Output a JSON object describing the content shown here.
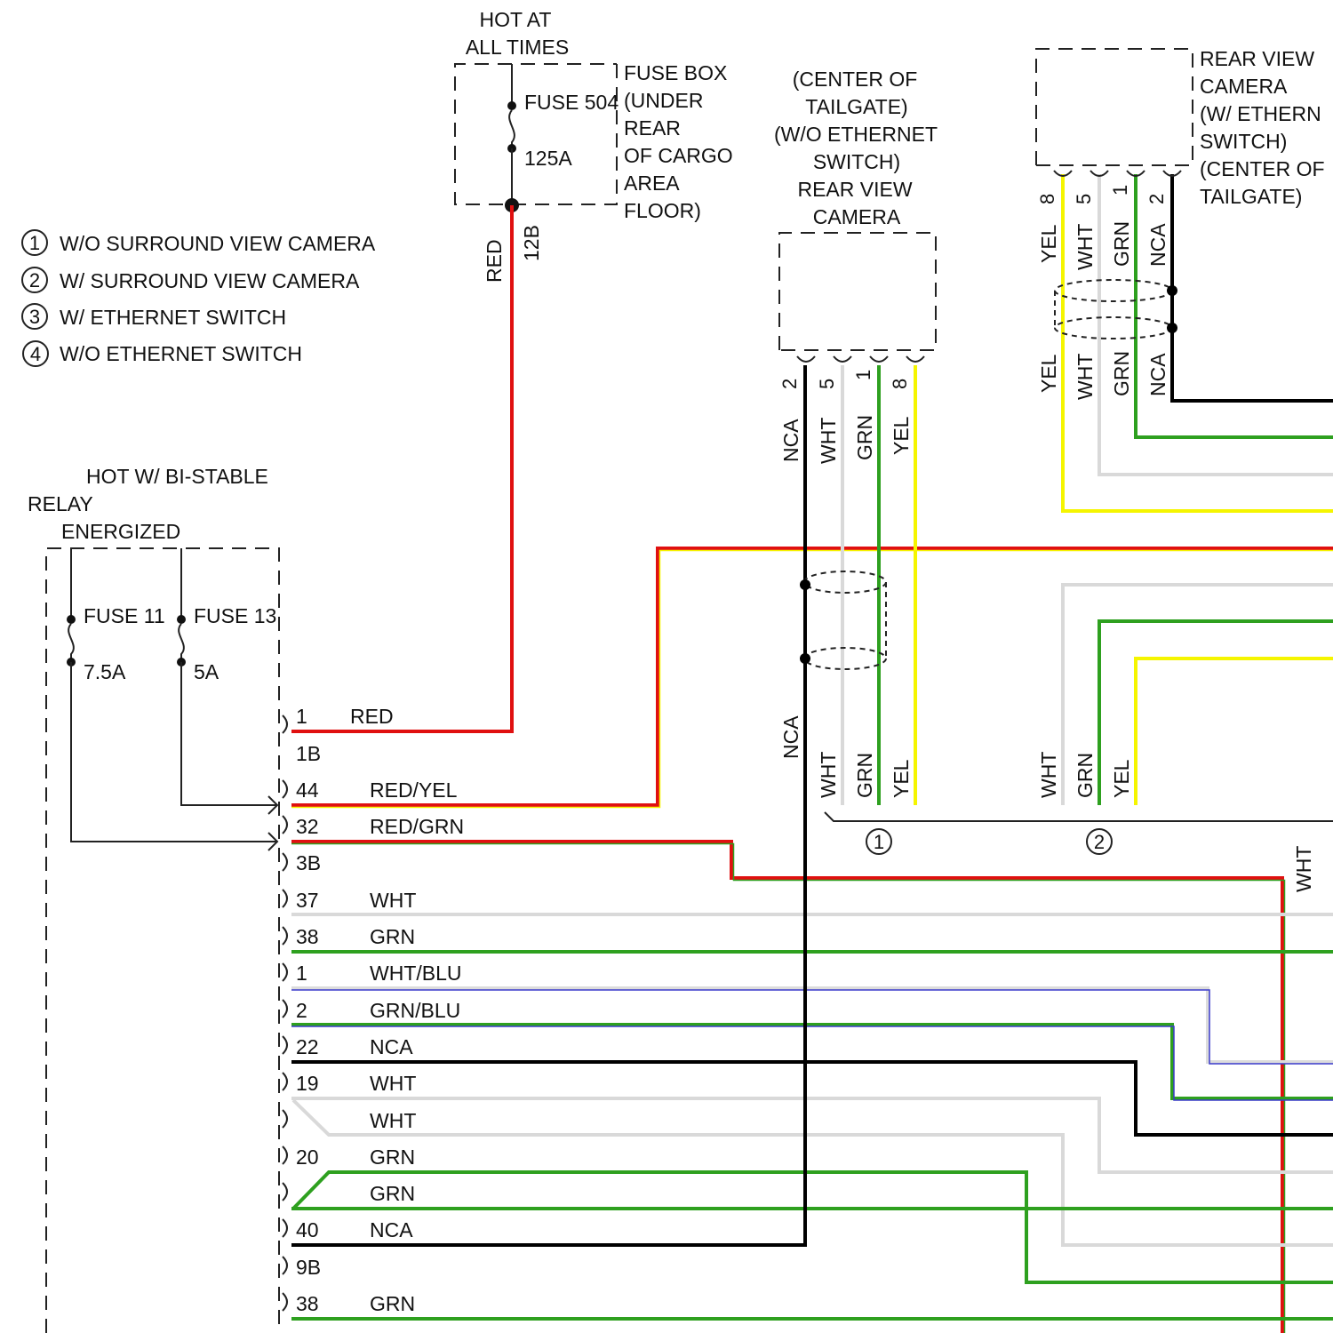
{
  "fuse_box": {
    "hot_label_1": "HOT AT",
    "hot_label_2": "ALL TIMES",
    "fuse_name": "FUSE 504",
    "fuse_rating": "125A",
    "location_lines": [
      "FUSE BOX",
      "(UNDER",
      "REAR",
      "OF CARGO",
      "AREA",
      "FLOOR)"
    ],
    "wire_color": "RED",
    "wire_gauge": "12B"
  },
  "legend": [
    {
      "num": "1",
      "text": "W/O SURROUND VIEW CAMERA"
    },
    {
      "num": "2",
      "text": "W/ SURROUND VIEW CAMERA"
    },
    {
      "num": "3",
      "text": "W/ ETHERNET SWITCH"
    },
    {
      "num": "4",
      "text": "W/O ETHERNET SWITCH"
    }
  ],
  "relay_box": {
    "title_lines": [
      "HOT W/ BI-STABLE",
      "RELAY",
      "ENERGIZED"
    ],
    "fuse_a_name": "FUSE 11",
    "fuse_a_rating": "7.5A",
    "fuse_b_name": "FUSE 13",
    "fuse_b_rating": "5A"
  },
  "camera_center": {
    "title_lines": [
      "(CENTER OF",
      "TAILGATE)",
      "(W/O ETHERNET",
      "SWITCH)",
      "REAR VIEW",
      "CAMERA"
    ],
    "pins": [
      {
        "num": "2",
        "wire": "NCA"
      },
      {
        "num": "5",
        "wire": "WHT"
      },
      {
        "num": "1",
        "wire": "GRN"
      },
      {
        "num": "8",
        "wire": "YEL"
      }
    ],
    "lower_wires": [
      "NCA",
      "WHT",
      "GRN",
      "YEL"
    ]
  },
  "camera_ethernet": {
    "title_lines": [
      "REAR VIEW",
      "CAMERA",
      "(W/ ETHERN",
      "SWITCH)",
      "(CENTER OF",
      "TAILGATE)"
    ],
    "pins": [
      {
        "num": "8",
        "wire": "YEL"
      },
      {
        "num": "5",
        "wire": "WHT"
      },
      {
        "num": "1",
        "wire": "GRN"
      },
      {
        "num": "2",
        "wire": "NCA"
      }
    ],
    "lower_wires": [
      "YEL",
      "WHT",
      "GRN",
      "NCA"
    ]
  },
  "option_branch": {
    "left_num": "1",
    "left_wires": [
      "WHT",
      "GRN",
      "YEL"
    ],
    "right_num": "2",
    "right_wires": [
      "WHT",
      "GRN",
      "YEL"
    ],
    "edge_wire": "WHT"
  },
  "connector_pins": [
    {
      "pin": "1",
      "color": "RED"
    },
    {
      "pin": "1B",
      "color": ""
    },
    {
      "pin": "44",
      "color": "RED/YEL"
    },
    {
      "pin": "32",
      "color": "RED/GRN"
    },
    {
      "pin": "3B",
      "color": ""
    },
    {
      "pin": "37",
      "color": "WHT"
    },
    {
      "pin": "38",
      "color": "GRN"
    },
    {
      "pin": "1",
      "color": "WHT/BLU"
    },
    {
      "pin": "2",
      "color": "GRN/BLU"
    },
    {
      "pin": "22",
      "color": "NCA"
    },
    {
      "pin": "19",
      "color": "WHT"
    },
    {
      "pin": "",
      "color": "WHT"
    },
    {
      "pin": "20",
      "color": "GRN"
    },
    {
      "pin": "",
      "color": "GRN"
    },
    {
      "pin": "40",
      "color": "NCA"
    },
    {
      "pin": "9B",
      "color": ""
    },
    {
      "pin": "38",
      "color": "GRN"
    }
  ],
  "colors": {
    "RED": "#e01010",
    "YEL": "#f5f500",
    "GRN": "#2ea01f",
    "WHT": "#d9d9d9",
    "BLU": "#3b3bcc",
    "NCA": "#000000"
  }
}
